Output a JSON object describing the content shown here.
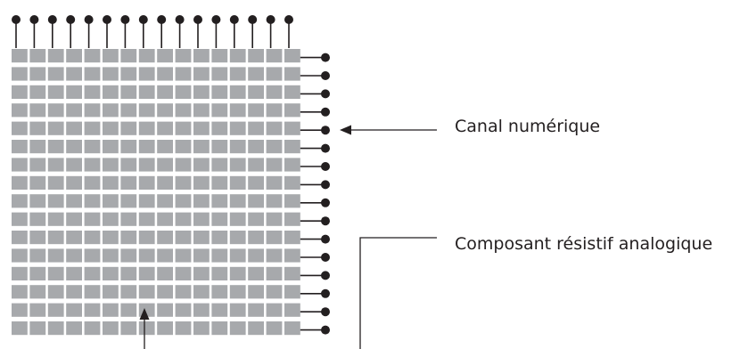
{
  "labels": {
    "canal_numerique": "Canal numérique",
    "composant_resistif": "Composant résistif analogique"
  },
  "grid": {
    "rows": 16,
    "cols": 16
  },
  "colors": {
    "cell": "#a7a9ac",
    "line": "#231f20",
    "background": "#ffffff"
  }
}
